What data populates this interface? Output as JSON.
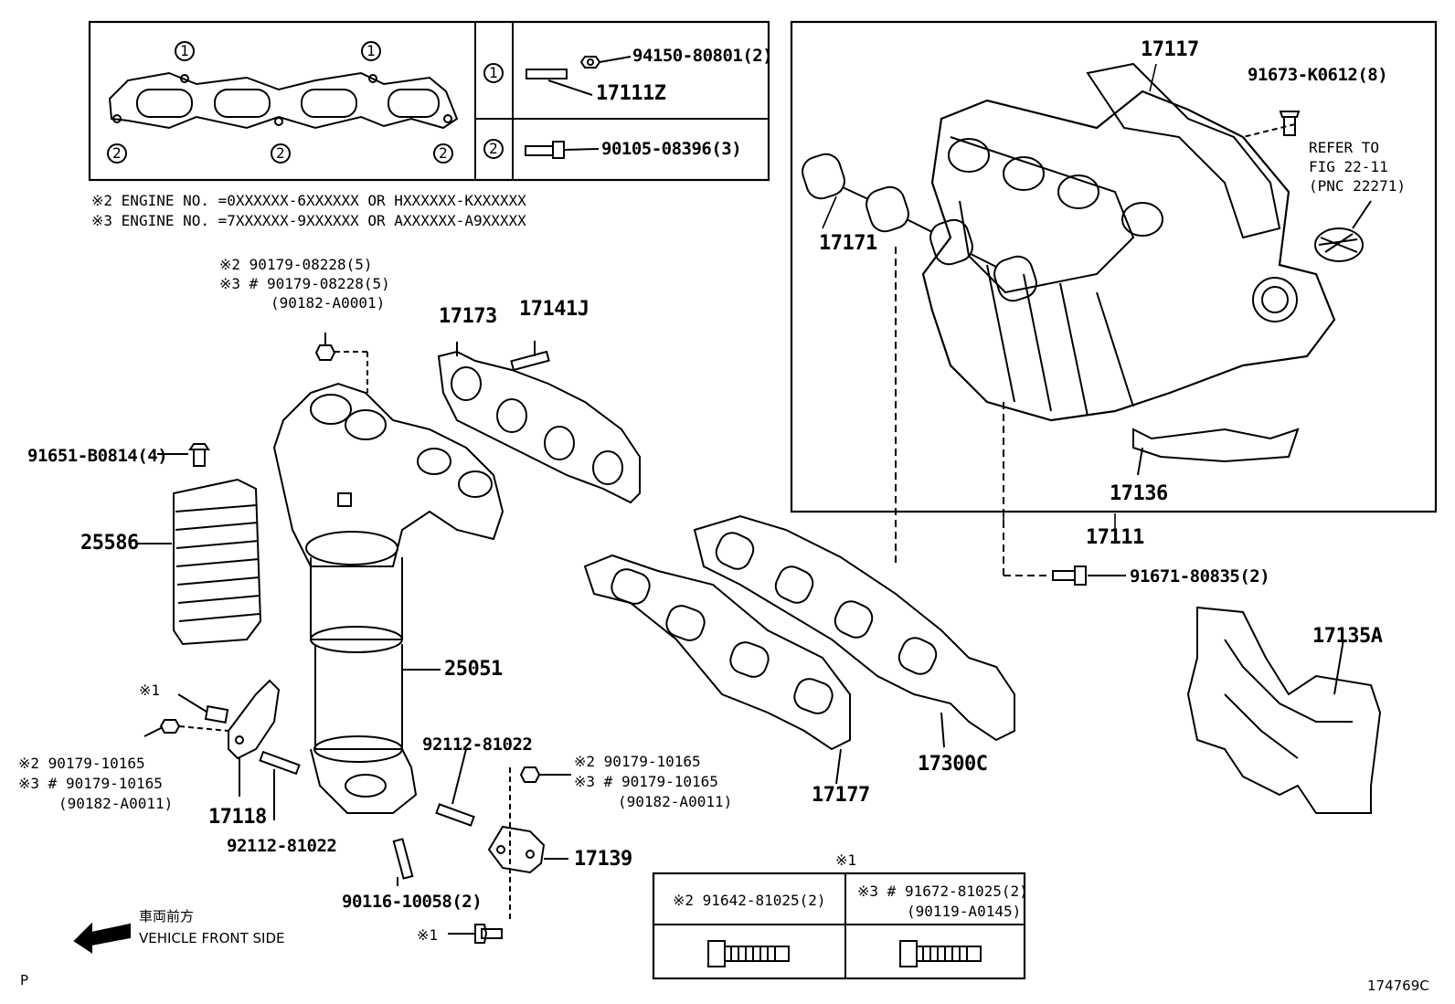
{
  "notes": {
    "engine2": "※2 ENGINE NO. =0XXXXXX-6XXXXXX OR HXXXXXX-KXXXXXX",
    "engine3": "※3 ENGINE NO. =7XXXXXX-9XXXXXX OR AXXXXXX-A9XXXXX"
  },
  "gasket_box": {
    "circle1": "1",
    "circle2": "2",
    "row1_circle": "1",
    "row2_circle": "2",
    "row1_nut": "94150-80801(2)",
    "row1_stud": "17111Z",
    "row2_bolt": "90105-08396(3)"
  },
  "parts": {
    "p17117": "17117",
    "p91673": "91673-K0612(8)",
    "refer1": "REFER TO",
    "refer2": "FIG 22-11",
    "refer3": "(PNC 22271)",
    "p17171": "17171",
    "p17136": "17136",
    "p17111": "17111",
    "p91671": "91671-80835(2)",
    "p17135A": "17135A",
    "top_nut_2": "※2   90179-08228(5)",
    "top_nut_3": "※3  # 90179-08228(5)",
    "top_nut_alt": "(90182-A0001)",
    "p17173": "17173",
    "p17141J": "17141J",
    "p91651": "91651-B0814(4)",
    "p25586": "25586",
    "p25051": "25051",
    "x1a": "※1",
    "left_nut_2": "※2    90179-10165",
    "left_nut_3": "※3 # 90179-10165",
    "left_nut_alt": "(90182-A0011)",
    "p17118": "17118",
    "p92112a": "92112-81022",
    "p92112b": "92112-81022",
    "p90116": "90116-10058(2)",
    "mid_nut_2": "※2    90179-10165",
    "mid_nut_3": "※3 # 90179-10165",
    "mid_nut_alt": "(90182-A0011)",
    "p17139": "17139",
    "x1b": "※1",
    "p17177": "17177",
    "p17300C": "17300C",
    "x1c": "※1"
  },
  "bolt_table": {
    "col1": "※2  91642-81025(2)",
    "col2a": "※3  # 91672-81025(2)",
    "col2b": "(90119-A0145)"
  },
  "footer": {
    "front_jp": "車両前方",
    "front_en": "VEHICLE FRONT SIDE",
    "p_mark": "P",
    "fig_id": "174769C"
  }
}
